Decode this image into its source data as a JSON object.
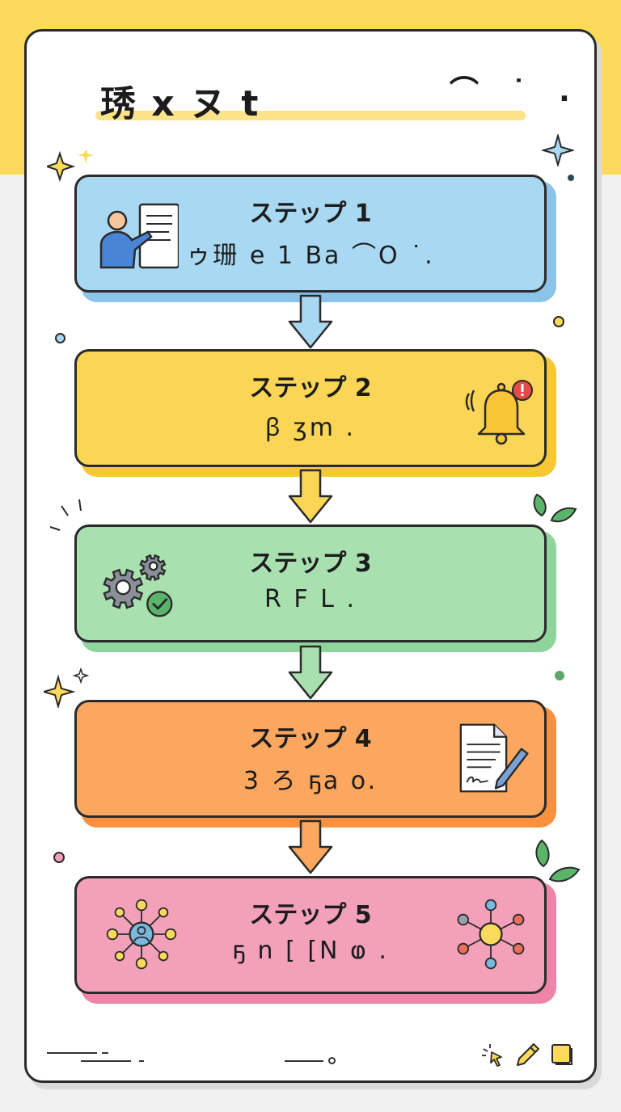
{
  "header": {
    "title": "琇 x ヌ t",
    "tail": "⌒ ˙ ."
  },
  "steps": [
    {
      "label": "ステップ 1",
      "text": "ゥ珊 e 1 Ba  ⌒O  ˙.",
      "color": "#a8d8f2",
      "shadow": "#8cc3e8",
      "arrow": "#a8d8f2"
    },
    {
      "label": "ステップ 2",
      "text": "ꞵ  ʒm       .",
      "color": "#fad556",
      "shadow": "#f7c734",
      "arrow": "#fad556"
    },
    {
      "label": "ステップ 3",
      "text": "R F        L .",
      "color": "#a9e0b0",
      "shadow": "#8fd49a",
      "arrow": "#a9e0b0"
    },
    {
      "label": "ステップ 4",
      "text": "3  ろ  ҕa  o.",
      "color": "#fba75f",
      "shadow": "#f9913f",
      "arrow": "#fba75f"
    },
    {
      "label": "ステップ 5",
      "text": "ҕ n [  [N ⱷ  .",
      "color": "#f3a0bb",
      "shadow": "#ee85a8",
      "arrow": null
    }
  ],
  "icons": {
    "step1": "teacher-board-icon",
    "step2": "notification-bell-icon",
    "step3": "gears-check-icon",
    "step4": "document-sign-icon",
    "step5_left": "user-network-icon",
    "step5_right": "hub-network-icon"
  }
}
